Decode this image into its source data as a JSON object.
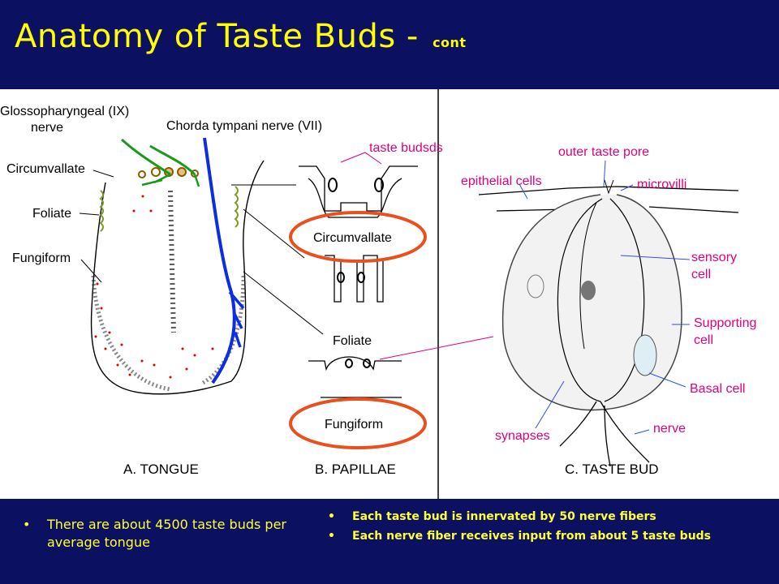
{
  "slide": {
    "title": "Anatomy of Taste Buds - ",
    "title_suffix": "cont"
  },
  "diagram": {
    "labels": {
      "glosso_1": "Glossopharyngeal (IX)",
      "glosso_2": "nerve",
      "chorda": "Chorda tympani nerve (VII)",
      "circumvallate": "Circumvallate",
      "foliate": "Foliate",
      "fungiform": "Fungiform",
      "taste_buds": "taste budsds",
      "pap_circumvallate": "Circumvallate",
      "pap_foliate": "Foliate",
      "pap_fungiform": "Fungiform",
      "outer_pore": "outer taste pore",
      "epithelial": "epithelial cells",
      "microvilli": "microvilli",
      "sensory_1": "sensory",
      "sensory_2": "cell",
      "supporting_1": "Supporting",
      "supporting_2": "cell",
      "basal": "Basal cell",
      "nerve": "nerve",
      "synapses": "synapses"
    },
    "captions": {
      "a": "A.  TONGUE",
      "b": "B. PAPILLAE",
      "c": "C. TASTE BUD"
    },
    "colors": {
      "nerve_ix": "#1a9a1a",
      "nerve_vii": "#0a2ee0",
      "highlight": "#e8501e",
      "pink_label": "#e0007a"
    }
  },
  "bullets": {
    "left": [
      "There are about 4500 taste buds per average tongue"
    ],
    "right": [
      "Each taste bud is innervated by 50 nerve fibers",
      "Each nerve fiber receives input from about 5 taste buds"
    ],
    "bullet_char": "•"
  }
}
